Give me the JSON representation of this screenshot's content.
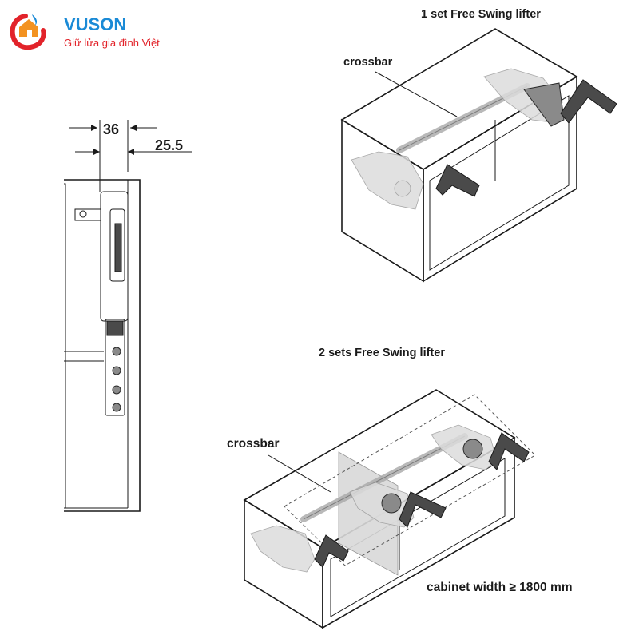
{
  "brand": {
    "name": "VUSON",
    "slogan": "Giữ lửa gia đình Việt",
    "colors": {
      "red": "#e2232a",
      "orange": "#f39221",
      "blue": "#1a8ad6",
      "slogan": "#e2232a"
    }
  },
  "side_view": {
    "dim_top": "36",
    "dim_side": "25.5"
  },
  "diagram_one": {
    "title": "1 set Free Swing lifter",
    "crossbar_label": "crossbar"
  },
  "diagram_two": {
    "title": "2 sets Free Swing lifter",
    "crossbar_label": "crossbar",
    "width_note": "cabinet width ≥ 1800 mm"
  },
  "icons": {
    "logo": "house-flame-logo",
    "lifter_mechanism": "lifter-arm-icon"
  }
}
